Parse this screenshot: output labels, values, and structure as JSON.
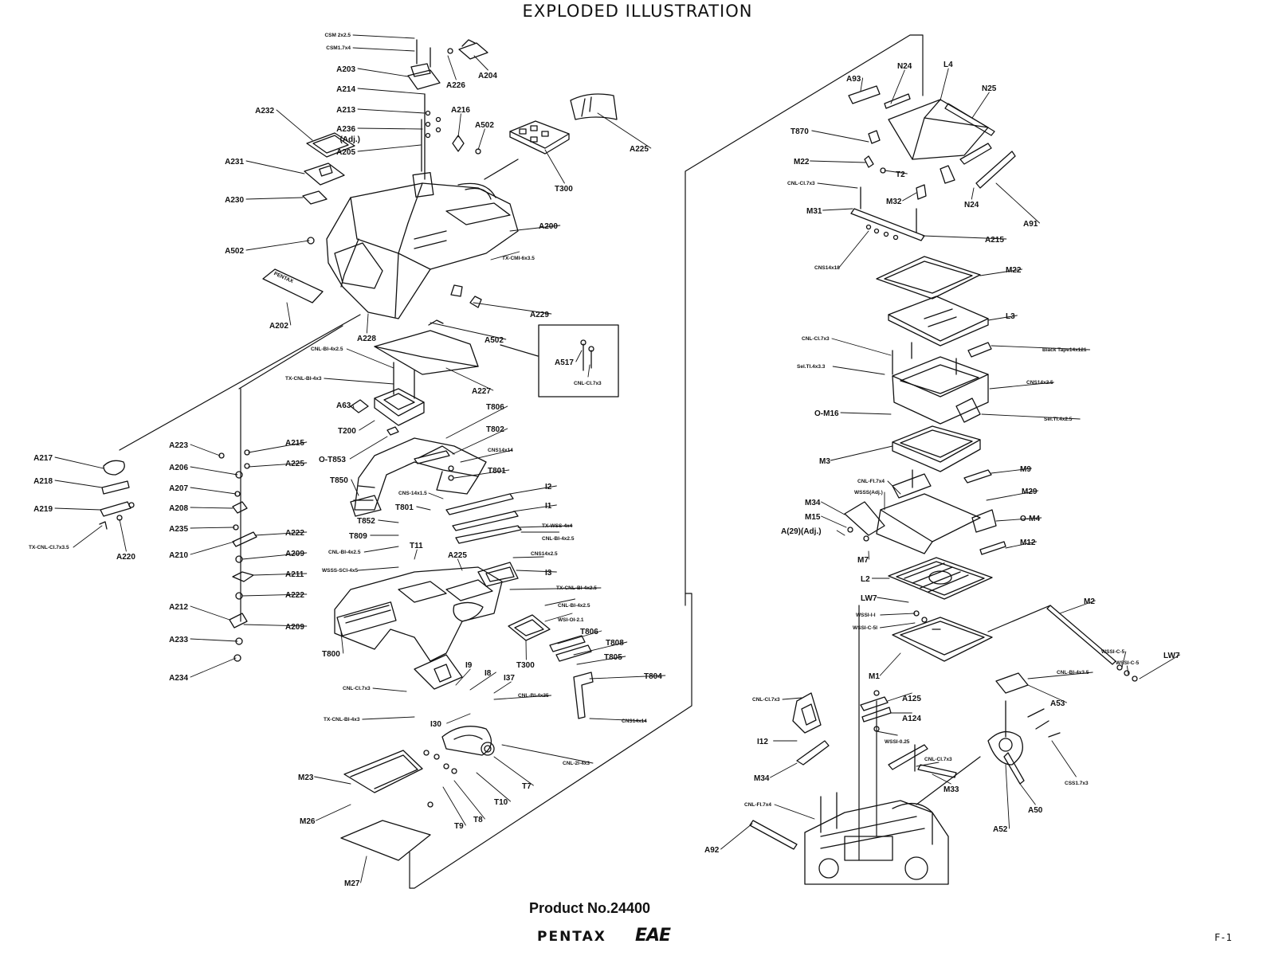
{
  "title": "EXPLODED ILLUSTRATION",
  "footer": {
    "product": "Product No.24400",
    "brand": "PENTAX",
    "logo": "EAE",
    "page_mark": "F-1"
  },
  "callouts": [
    {
      "id": "c1",
      "text": "CSM 2x2.5",
      "small": true
    },
    {
      "id": "c2",
      "text": "CSM1.7x4",
      "small": true
    },
    {
      "id": "c3",
      "text": "A203"
    },
    {
      "id": "c4",
      "text": "A226"
    },
    {
      "id": "c5",
      "text": "A204"
    },
    {
      "id": "c6",
      "text": "A214"
    },
    {
      "id": "c7",
      "text": "A213"
    },
    {
      "id": "c8",
      "text": "A216"
    },
    {
      "id": "c9",
      "text": "A236"
    },
    {
      "id": "c10",
      "text": "(Adj.)"
    },
    {
      "id": "c11",
      "text": "A205"
    },
    {
      "id": "c12",
      "text": "A502"
    },
    {
      "id": "c13",
      "text": "A232"
    },
    {
      "id": "c14",
      "text": "A231"
    },
    {
      "id": "c15",
      "text": "A230"
    },
    {
      "id": "c16",
      "text": "T300"
    },
    {
      "id": "c17",
      "text": "A225"
    },
    {
      "id": "c18",
      "text": "A200"
    },
    {
      "id": "c19",
      "text": "A502"
    },
    {
      "id": "c20",
      "text": "TX-CMI-6x3.5",
      "small": true
    },
    {
      "id": "c21",
      "text": "A202"
    },
    {
      "id": "c22",
      "text": "A229"
    },
    {
      "id": "c23",
      "text": "A228"
    },
    {
      "id": "c24",
      "text": "A502"
    },
    {
      "id": "c25",
      "text": "A517"
    },
    {
      "id": "c26",
      "text": "CNL-CI.7x3",
      "small": true
    },
    {
      "id": "c27",
      "text": "A227"
    },
    {
      "id": "c28",
      "text": "CNL-BI-4x2.5",
      "small": true
    },
    {
      "id": "c29",
      "text": "TX-CNL-BI-4x3",
      "small": true
    },
    {
      "id": "c30",
      "text": "A63"
    },
    {
      "id": "c31",
      "text": "T200"
    },
    {
      "id": "c32",
      "text": "T806"
    },
    {
      "id": "c33",
      "text": "T802"
    },
    {
      "id": "c34",
      "text": "O-T853"
    },
    {
      "id": "c35",
      "text": "CNS14x14",
      "small": true
    },
    {
      "id": "c36",
      "text": "T801"
    },
    {
      "id": "c37",
      "text": "T850"
    },
    {
      "id": "c38",
      "text": "A217"
    },
    {
      "id": "c39",
      "text": "A223"
    },
    {
      "id": "c40",
      "text": "A215"
    },
    {
      "id": "c41",
      "text": "A206"
    },
    {
      "id": "c42",
      "text": "A225"
    },
    {
      "id": "c43",
      "text": "A218"
    },
    {
      "id": "c44",
      "text": "A207"
    },
    {
      "id": "c45",
      "text": "A219"
    },
    {
      "id": "c46",
      "text": "A208"
    },
    {
      "id": "c47",
      "text": "A235"
    },
    {
      "id": "c48",
      "text": "TX-CNL-CI.7x3.5",
      "small": true
    },
    {
      "id": "c49",
      "text": "A220"
    },
    {
      "id": "c50",
      "text": "A222"
    },
    {
      "id": "c51",
      "text": "A210"
    },
    {
      "id": "c52",
      "text": "A209"
    },
    {
      "id": "c53",
      "text": "A211"
    },
    {
      "id": "c54",
      "text": "A222"
    },
    {
      "id": "c55",
      "text": "A212"
    },
    {
      "id": "c56",
      "text": "A209"
    },
    {
      "id": "c57",
      "text": "A233"
    },
    {
      "id": "c58",
      "text": "A234"
    },
    {
      "id": "c59",
      "text": "CNS-14x1.5",
      "small": true
    },
    {
      "id": "c60",
      "text": "I2"
    },
    {
      "id": "c61",
      "text": "T801"
    },
    {
      "id": "c62",
      "text": "I1"
    },
    {
      "id": "c63",
      "text": "T852"
    },
    {
      "id": "c64",
      "text": "TX-WSS-4x4",
      "small": true
    },
    {
      "id": "c65",
      "text": "T809"
    },
    {
      "id": "c66",
      "text": "CNL-BI-4x2.5",
      "small": true
    },
    {
      "id": "c67",
      "text": "CNL-BI-4x2.5",
      "small": true
    },
    {
      "id": "c68",
      "text": "T11"
    },
    {
      "id": "c69",
      "text": "WSSS-SCI-4x5",
      "small": true
    },
    {
      "id": "c70",
      "text": "A225"
    },
    {
      "id": "c71",
      "text": "CNS14x2.5",
      "small": true
    },
    {
      "id": "c72",
      "text": "I3"
    },
    {
      "id": "c73",
      "text": "TX-CNL-BI-4x2.5",
      "small": true
    },
    {
      "id": "c74",
      "text": "CNL-BI-4x2.5",
      "small": true
    },
    {
      "id": "c75",
      "text": "WSI-OI-2.1",
      "small": true
    },
    {
      "id": "c76",
      "text": "T800"
    },
    {
      "id": "c77",
      "text": "T806"
    },
    {
      "id": "c78",
      "text": "T808"
    },
    {
      "id": "c79",
      "text": "T805"
    },
    {
      "id": "c80",
      "text": "T804"
    },
    {
      "id": "c81",
      "text": "T300"
    },
    {
      "id": "c82",
      "text": "CNL-CI.7x3",
      "small": true
    },
    {
      "id": "c83",
      "text": "I9"
    },
    {
      "id": "c84",
      "text": "I8"
    },
    {
      "id": "c85",
      "text": "I37"
    },
    {
      "id": "c86",
      "text": "CNL-BI-4x25",
      "small": true
    },
    {
      "id": "c87",
      "text": "TX-CNL-BI-4x3",
      "small": true
    },
    {
      "id": "c88",
      "text": "CNS14x14",
      "small": true
    },
    {
      "id": "c89",
      "text": "I30"
    },
    {
      "id": "c90",
      "text": "CNL-2I-4x3",
      "small": true
    },
    {
      "id": "c91",
      "text": "M23"
    },
    {
      "id": "c92",
      "text": "T7"
    },
    {
      "id": "c93",
      "text": "T10"
    },
    {
      "id": "c94",
      "text": "M26"
    },
    {
      "id": "c95",
      "text": "T8"
    },
    {
      "id": "c96",
      "text": "T9"
    },
    {
      "id": "c97",
      "text": "M27"
    },
    {
      "id": "c98",
      "text": "A93"
    },
    {
      "id": "c99",
      "text": "N24"
    },
    {
      "id": "c100",
      "text": "L4"
    },
    {
      "id": "c101",
      "text": "N25"
    },
    {
      "id": "c102",
      "text": "T870"
    },
    {
      "id": "c103",
      "text": "M22"
    },
    {
      "id": "c104",
      "text": "T2"
    },
    {
      "id": "c105",
      "text": "CNL-CI.7x3",
      "small": true
    },
    {
      "id": "c106",
      "text": "M32"
    },
    {
      "id": "c107",
      "text": "N24"
    },
    {
      "id": "c108",
      "text": "A91"
    },
    {
      "id": "c109",
      "text": "M31"
    },
    {
      "id": "c110",
      "text": "A215"
    },
    {
      "id": "c111",
      "text": "CNS14x18",
      "small": true
    },
    {
      "id": "c112",
      "text": "M22"
    },
    {
      "id": "c113",
      "text": "L3"
    },
    {
      "id": "c114",
      "text": "CNL-CI.7x3",
      "small": true
    },
    {
      "id": "c115",
      "text": "Black Tape14x121",
      "small": true
    },
    {
      "id": "c116",
      "text": "Sel.TI.4x3.3",
      "small": true
    },
    {
      "id": "c117",
      "text": "CNS14x2.5",
      "small": true
    },
    {
      "id": "c118",
      "text": "O-M16"
    },
    {
      "id": "c119",
      "text": "Sel.TI.4x2.5",
      "small": true
    },
    {
      "id": "c120",
      "text": "M3"
    },
    {
      "id": "c121",
      "text": "M9"
    },
    {
      "id": "c122",
      "text": "CNL-FI.7x4",
      "small": true
    },
    {
      "id": "c123",
      "text": "WSSS(Adj.)",
      "small": true
    },
    {
      "id": "c124",
      "text": "M29"
    },
    {
      "id": "c125",
      "text": "M34"
    },
    {
      "id": "c126",
      "text": "O-M4"
    },
    {
      "id": "c127",
      "text": "M15"
    },
    {
      "id": "c128",
      "text": "A(29)(Adj.)"
    },
    {
      "id": "c129",
      "text": "M12"
    },
    {
      "id": "c130",
      "text": "M7"
    },
    {
      "id": "c131",
      "text": "L2"
    },
    {
      "id": "c132",
      "text": "LW7"
    },
    {
      "id": "c133",
      "text": "WSSI-I-I",
      "small": true
    },
    {
      "id": "c134",
      "text": "M2"
    },
    {
      "id": "c135",
      "text": "WSSI-C-5",
      "small": true
    },
    {
      "id": "c136",
      "text": "WSSI-C-5I",
      "small": true
    },
    {
      "id": "c137",
      "text": "WSSI-C-5",
      "small": true
    },
    {
      "id": "c138",
      "text": "LW7"
    },
    {
      "id": "c139",
      "text": "M1"
    },
    {
      "id": "c140",
      "text": "CNL-BI-4x3.5",
      "small": true
    },
    {
      "id": "c141",
      "text": "A53"
    },
    {
      "id": "c142",
      "text": "CNL-CI.7x3",
      "small": true
    },
    {
      "id": "c143",
      "text": "A125"
    },
    {
      "id": "c144",
      "text": "A124"
    },
    {
      "id": "c145",
      "text": "I12"
    },
    {
      "id": "c146",
      "text": "WSSI-0.25",
      "small": true
    },
    {
      "id": "c147",
      "text": "CNL-CI.7x3",
      "small": true
    },
    {
      "id": "c148",
      "text": "M34"
    },
    {
      "id": "c149",
      "text": "M33"
    },
    {
      "id": "c150",
      "text": "CSS1.7x3",
      "small": true
    },
    {
      "id": "c151",
      "text": "CNL-FI.7x4",
      "small": true
    },
    {
      "id": "c152",
      "text": "A50"
    },
    {
      "id": "c153",
      "text": "A52"
    },
    {
      "id": "c154",
      "text": "A92"
    }
  ]
}
